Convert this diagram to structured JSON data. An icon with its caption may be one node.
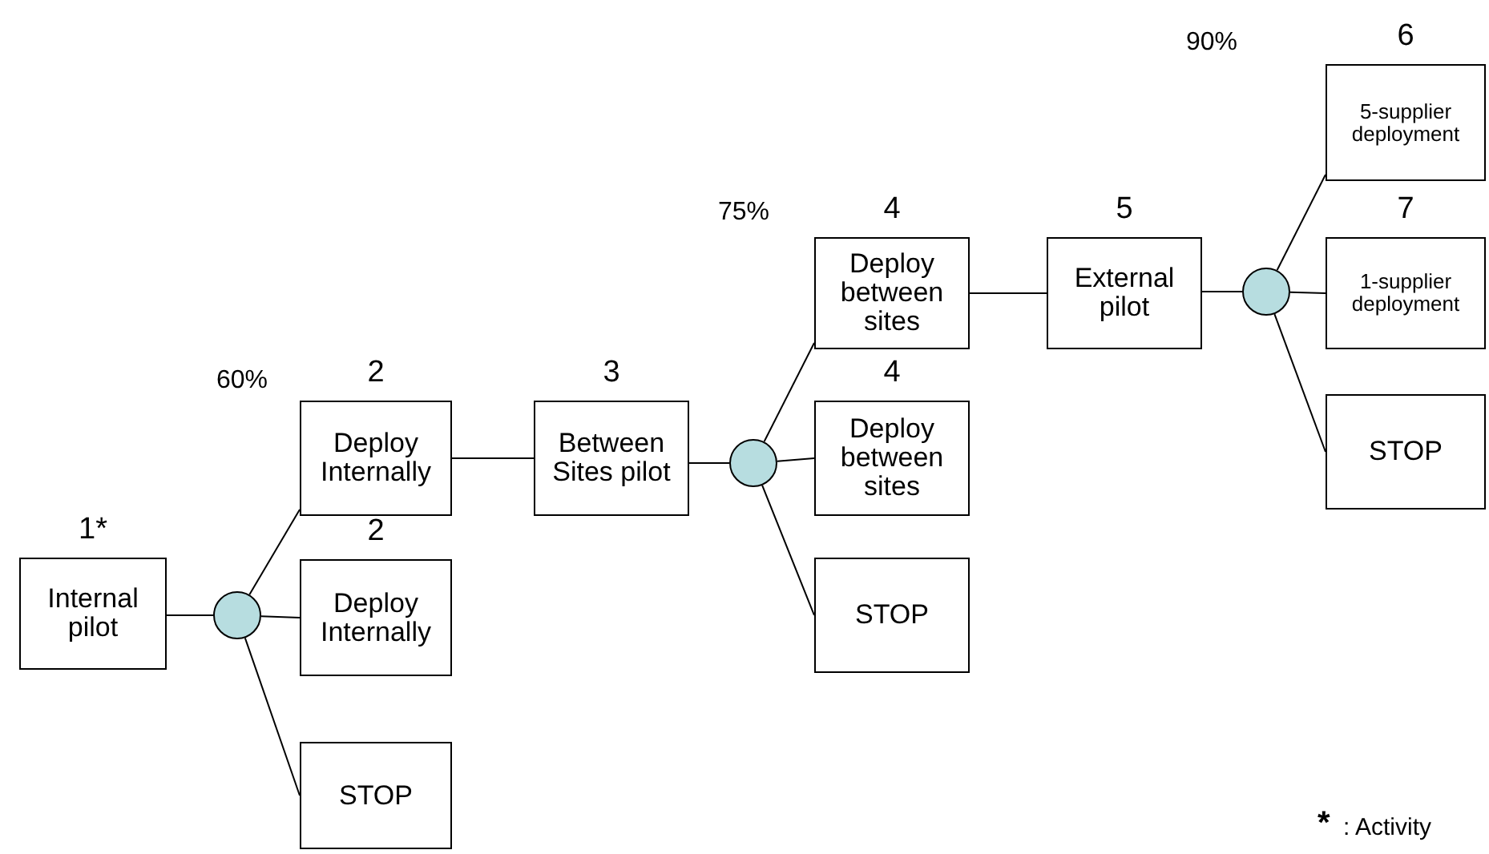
{
  "diagram": {
    "nodes": [
      {
        "text": [
          "Internal pilot"
        ],
        "beside": [
          "1*"
        ]
      },
      {
        "text": [],
        "shape": "circle"
      },
      {
        "text": [
          "Deploy Internally"
        ],
        "beside": [
          "2"
        ]
      },
      {
        "text": [
          "Deploy Internally"
        ],
        "beside": [
          "2"
        ]
      },
      {
        "text": [
          "STOP"
        ]
      },
      {
        "text": [
          "Between Sites pilot"
        ],
        "beside": [
          "3"
        ]
      },
      {
        "text": [],
        "shape": "circle"
      },
      {
        "text": [
          "Deploy between sites"
        ],
        "beside": [
          "4"
        ]
      },
      {
        "text": [
          "Deploy between sites"
        ],
        "beside": [
          "4"
        ]
      },
      {
        "text": [
          "STOP"
        ]
      },
      {
        "text": [
          "External pilot"
        ],
        "beside": [
          "5"
        ]
      },
      {
        "text": [],
        "shape": "circle"
      },
      {
        "text": [
          "5-supplier deployment"
        ],
        "beside": [
          "6"
        ]
      },
      {
        "text": [
          "1-supplier deployment"
        ],
        "beside": [
          "7"
        ]
      },
      {
        "text": [
          "STOP"
        ]
      }
    ],
    "edges": [
      {
        "from": 0,
        "to": 1,
        "arrow": "none"
      },
      {
        "from": 1,
        "to": 2,
        "arrow": "none"
      },
      {
        "from": 1,
        "to": 3,
        "arrow": "none"
      },
      {
        "from": 1,
        "to": 4,
        "arrow": "none"
      },
      {
        "from": 2,
        "to": 5,
        "arrow": "none"
      },
      {
        "from": 5,
        "to": 6,
        "arrow": "none"
      },
      {
        "from": 6,
        "to": 7,
        "arrow": "none"
      },
      {
        "from": 6,
        "to": 8,
        "arrow": "none"
      },
      {
        "from": 6,
        "to": 9,
        "arrow": "none"
      },
      {
        "from": 7,
        "to": 10,
        "arrow": "none"
      },
      {
        "from": 10,
        "to": 11,
        "arrow": "none"
      },
      {
        "from": 11,
        "to": 12,
        "arrow": "none"
      },
      {
        "from": 11,
        "to": 13,
        "arrow": "none"
      },
      {
        "from": 11,
        "to": 14,
        "arrow": "none"
      }
    ],
    "labels": [
      "90%",
      "75%",
      "60%",
      "*",
      ": Activity"
    ]
  }
}
